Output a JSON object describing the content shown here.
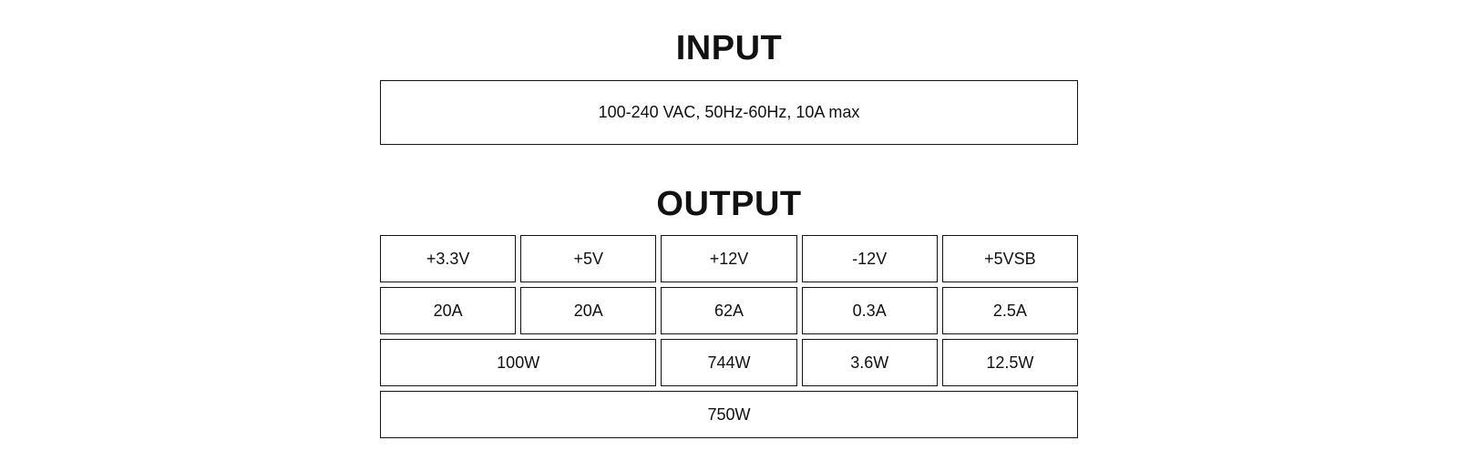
{
  "input": {
    "title": "INPUT",
    "spec": "100-240 VAC, 50Hz-60Hz, 10A max"
  },
  "output": {
    "title": "OUTPUT",
    "voltages": [
      "+3.3V",
      "+5V",
      "+12V",
      "-12V",
      "+5VSB"
    ],
    "currents": [
      "20A",
      "20A",
      "62A",
      "0.3A",
      "2.5A"
    ],
    "combined_3v3_5v_power": "100W",
    "rail_powers": [
      "744W",
      "3.6W",
      "12.5W"
    ],
    "total_power": "750W"
  }
}
